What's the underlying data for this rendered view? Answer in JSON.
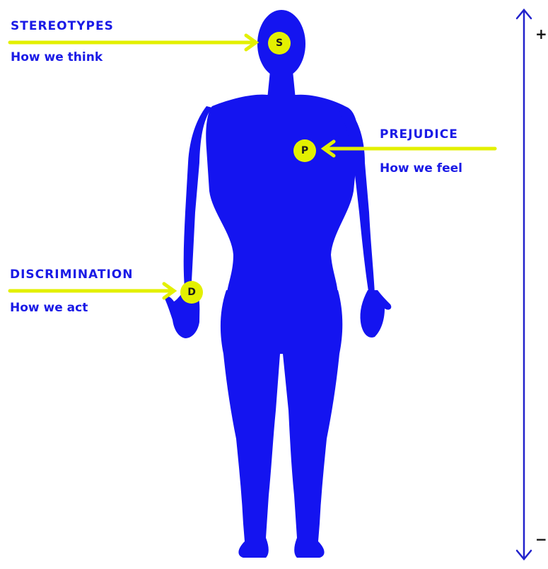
{
  "labels": {
    "stereotypes": {
      "title": "STEREOTYPES",
      "subtitle": "How we think",
      "badge": "S"
    },
    "prejudice": {
      "title": "PREJUDICE",
      "subtitle": "How we feel",
      "badge": "P"
    },
    "discrimination": {
      "title": "DISCRIMINATION",
      "subtitle": "How we act",
      "badge": "D"
    }
  },
  "scale": {
    "top": "+",
    "bottom": "−"
  },
  "colors": {
    "body": "#1414f0",
    "accent": "#e3f000",
    "text": "#1a1ae6",
    "scale_line": "#2222cc"
  }
}
